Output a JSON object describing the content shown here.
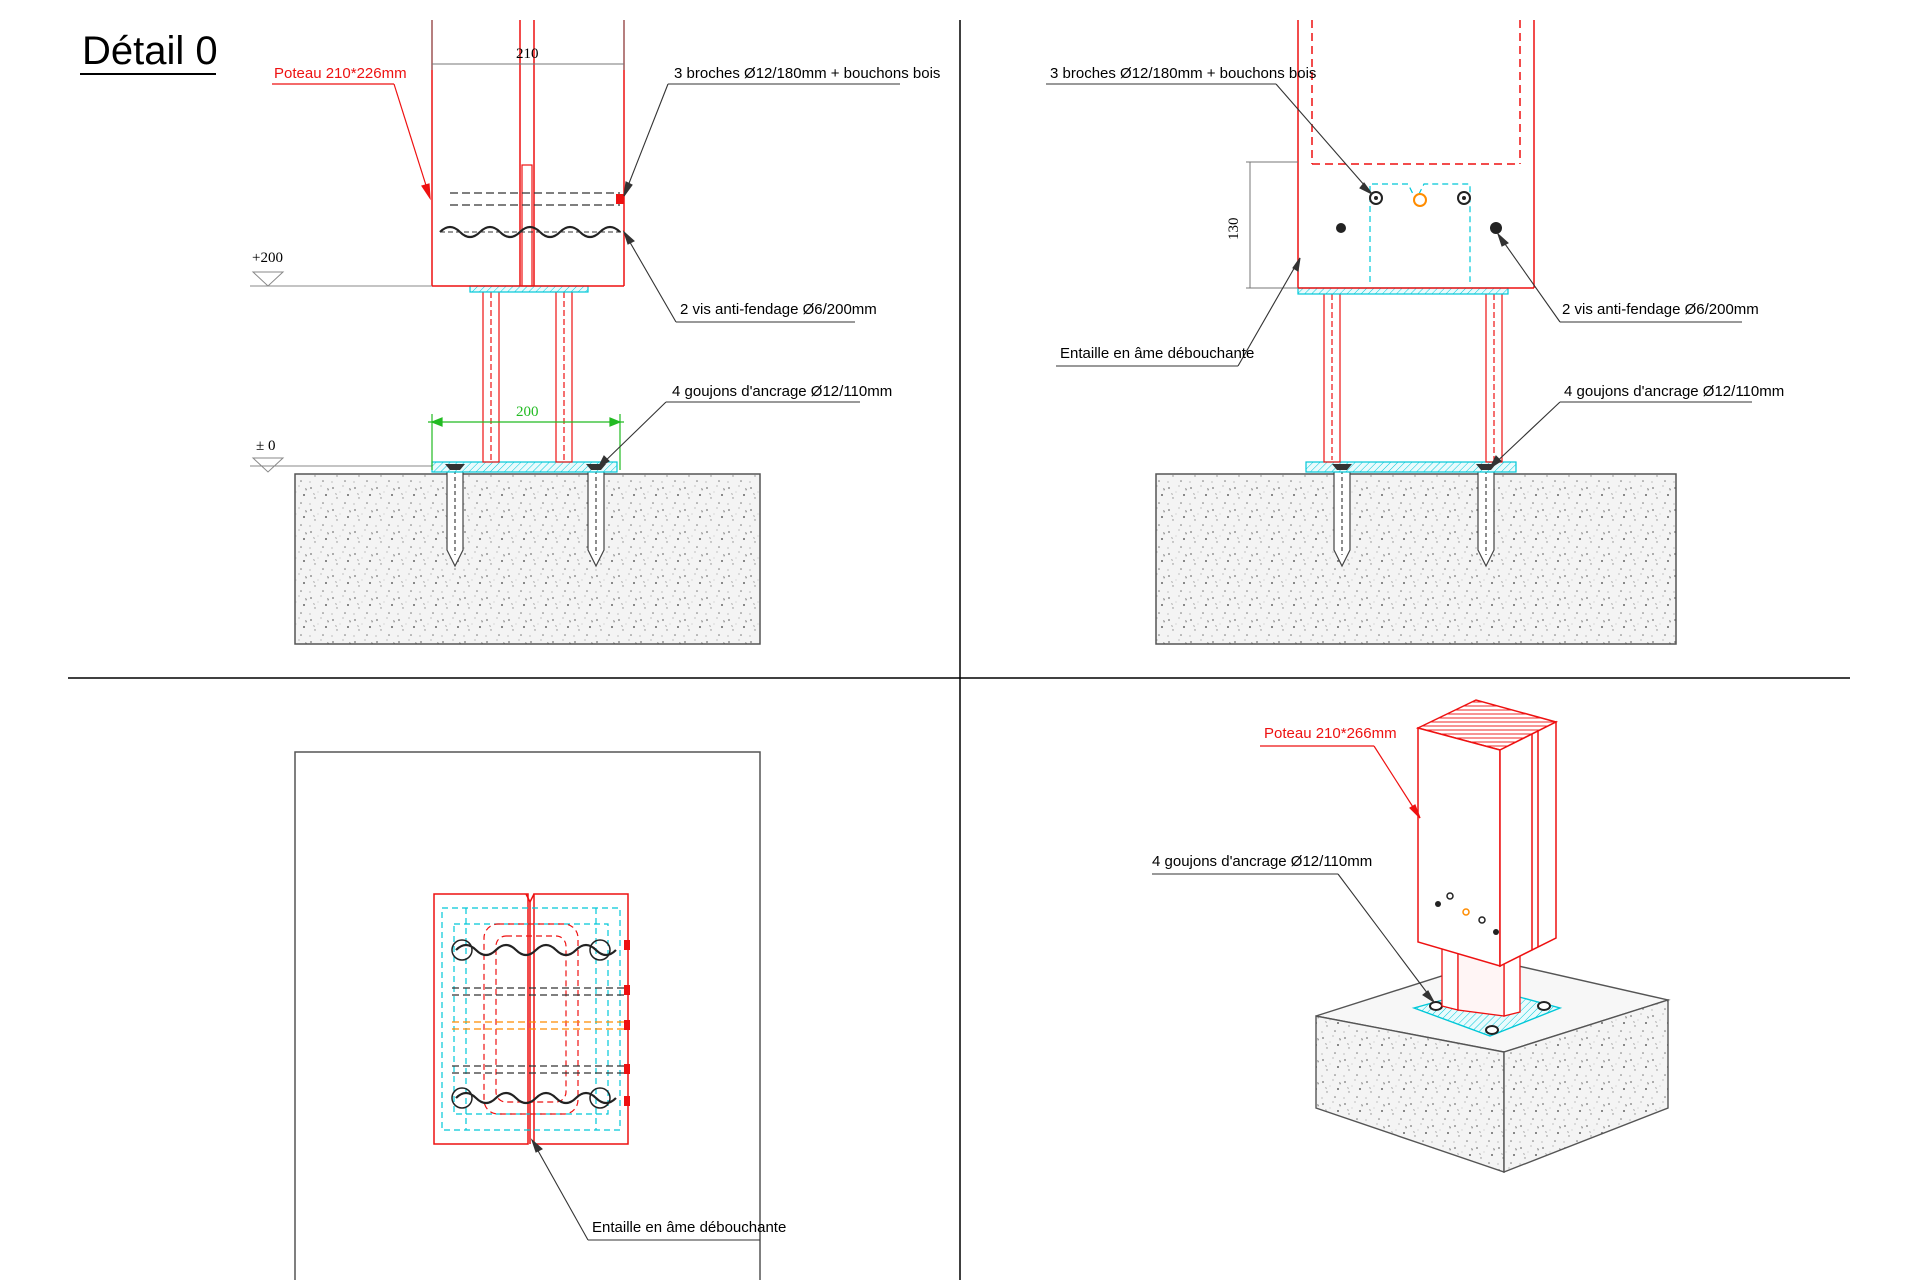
{
  "title": "Détail 0",
  "colors": {
    "wood_post": "#ee1111",
    "plate": "#00c8d8",
    "dimension_green": "#22bb22",
    "orange_pin": "#ff8c00",
    "concrete_hatch": "#888888"
  },
  "views": {
    "front": {
      "post_label": "Poteau 210*226mm",
      "pins_label": "3 broches Ø12/180mm + bouchons bois",
      "screws_label": "2 vis anti-fendage Ø6/200mm",
      "anchors_label": "4 goujons d'ancrage Ø12/110mm",
      "dim_top": "210",
      "dim_plate": "200",
      "level_high": "+200",
      "level_zero": "± 0"
    },
    "side": {
      "pins_label": "3 broches Ø12/180mm + bouchons bois",
      "screws_label": "2 vis anti-fendage Ø6/200mm",
      "notch_label": "Entaille en âme débouchante",
      "anchors_label": "4 goujons d'ancrage Ø12/110mm",
      "dim_height": "130"
    },
    "plan": {
      "notch_label": "Entaille en âme débouchante"
    },
    "iso": {
      "post_label": "Poteau 210*266mm",
      "anchors_label": "4 goujons d'ancrage Ø12/110mm"
    }
  }
}
